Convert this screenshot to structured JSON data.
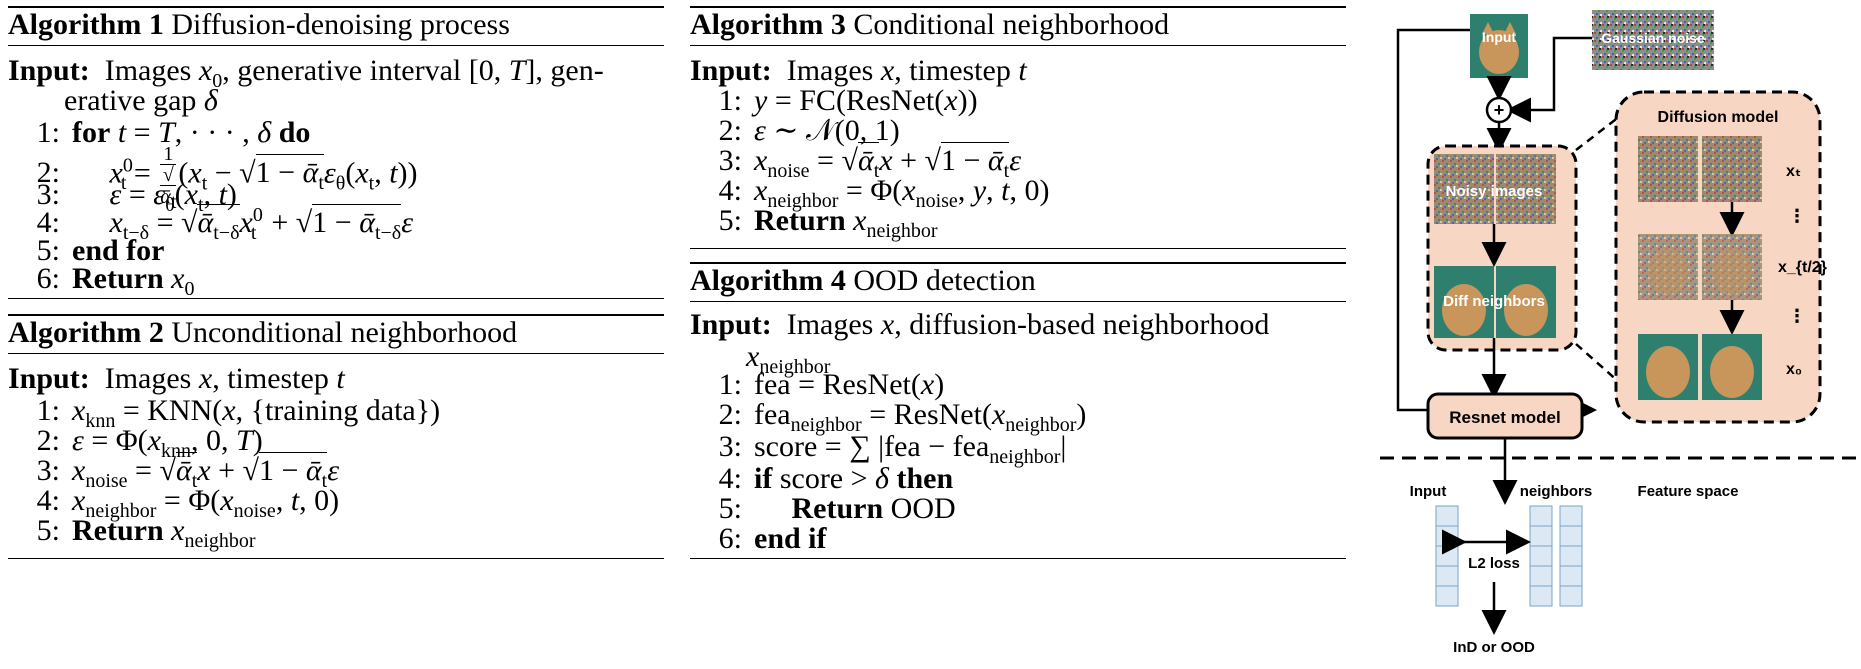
{
  "algo1": {
    "title_bold": "Algorithm 1",
    "title_rest": "Diffusion-denoising process",
    "input_label": "Input:",
    "input_text": "Images x₀, generative interval [0, T], gen-",
    "input_cont": "erative gap δ",
    "lines": [
      {
        "num": "1:",
        "text": "for t = T, · · · , δ do"
      },
      {
        "num": "2:",
        "text": "x⁰ₜ = (1/√ᾱₜ)(xₜ − √(1 − ᾱₜ) ε_θ(xₜ, t))"
      },
      {
        "num": "3:",
        "text": "ε = ε_θ(xₜ, t)"
      },
      {
        "num": "4:",
        "text": "x_{t−δ} = √ᾱ_{t−δ} x⁰ₜ + √(1 − ᾱ_{t−δ}) ε"
      },
      {
        "num": "5:",
        "text": "end for"
      },
      {
        "num": "6:",
        "text": "Return x₀"
      }
    ]
  },
  "algo2": {
    "title_bold": "Algorithm 2",
    "title_rest": "Unconditional neighborhood",
    "input_label": "Input:",
    "input_text": "Images x, timestep t",
    "lines": [
      {
        "num": "1:",
        "text": "x_knn = KNN(x, {training data})"
      },
      {
        "num": "2:",
        "text": "ε = Φ(x_knn, 0, T)"
      },
      {
        "num": "3:",
        "text": "x_noise = √ᾱₜ x + √(1 − ᾱₜ) ε"
      },
      {
        "num": "4:",
        "text": "x_neighbor = Φ(x_noise, t, 0)"
      },
      {
        "num": "5:",
        "text": "Return x_neighbor"
      }
    ]
  },
  "algo3": {
    "title_bold": "Algorithm 3",
    "title_rest": "Conditional neighborhood",
    "input_label": "Input:",
    "input_text": "Images x, timestep t",
    "lines": [
      {
        "num": "1:",
        "text": "y = FC(ResNet(x))"
      },
      {
        "num": "2:",
        "text": "ε ∼ 𝒩(0, 1)"
      },
      {
        "num": "3:",
        "text": "x_noise = √ᾱₜ x + √(1 − ᾱₜ) ε"
      },
      {
        "num": "4:",
        "text": "x_neighbor = Φ(x_noise, y, t, 0)"
      },
      {
        "num": "5:",
        "text": "Return x_neighbor"
      }
    ]
  },
  "algo4": {
    "title_bold": "Algorithm 4",
    "title_rest": "OOD detection",
    "input_label": "Input:",
    "input_text": "Images x, diffusion-based neighborhood",
    "input_cont": "x_neighbor",
    "lines": [
      {
        "num": "1:",
        "text": "fea = ResNet(x)"
      },
      {
        "num": "2:",
        "text": "fea_neighbor = ResNet(x_neighbor)"
      },
      {
        "num": "3:",
        "text": "score = ∑ |fea − fea_neighbor|"
      },
      {
        "num": "4:",
        "text": "if score > δ then"
      },
      {
        "num": "5:",
        "text": "Return OOD"
      },
      {
        "num": "6:",
        "text": "end if"
      }
    ]
  },
  "figure": {
    "input_tile": "Input",
    "noise_tile": "Gaussian noise",
    "plus": "+",
    "noisy_images": "Noisy images",
    "diff_neighbors": "Diff neighbors",
    "diffusion_model": "Diffusion model",
    "x_t": "xₜ",
    "x_t2": "x_{t/2}",
    "x_0": "x₀",
    "dots": "⋮",
    "resnet": "Resnet model",
    "fs_input": "Input",
    "fs_neighbors": "neighbors",
    "fs_title": "Feature space",
    "l2": "L2 loss",
    "output": "InD or OOD"
  },
  "colors": {
    "peach": "#f7d6c4",
    "teal": "#2f7f6f",
    "cat": "#c8955a",
    "feature_cell": "#dce9f5",
    "feature_border": "#7aa3c9"
  }
}
